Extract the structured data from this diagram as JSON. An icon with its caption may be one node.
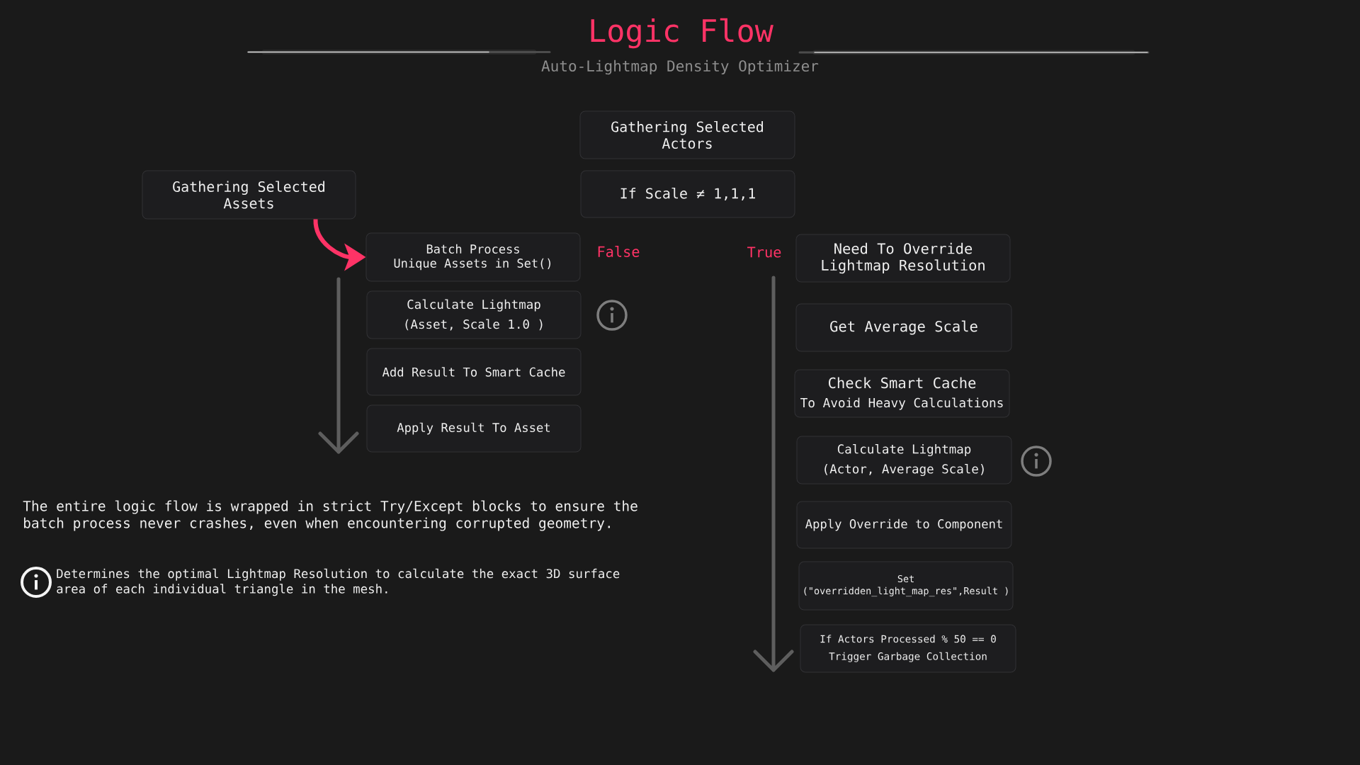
{
  "diagram": {
    "title": "Logic Flow",
    "nodes": [
      {
        "text": [
          "Gathering Selected Actors"
        ]
      },
      {
        "text": [
          "If Scale ≠ 1,1,1"
        ]
      },
      {
        "text": [
          "Gathering Selected Assets"
        ]
      },
      {
        "text": [
          "Batch Process",
          "Unique Assets in Set()"
        ]
      },
      {
        "text": [
          "Calculate Lightmap (Asset, Scale 1.0 )"
        ]
      },
      {
        "text": [
          "Add Result To Smart Cache"
        ]
      },
      {
        "text": [
          "Apply Result To Asset"
        ]
      },
      {
        "text": [
          "Need To Override Lightmap Resolution"
        ]
      },
      {
        "text": [
          "Get Average Scale"
        ]
      },
      {
        "text": [
          "Check Smart Cache",
          "To Avoid Heavy Calculations"
        ]
      },
      {
        "text": [
          "Calculate Lightmap (Actor, Average Scale)"
        ]
      },
      {
        "text": [
          "Apply Override to Component"
        ]
      },
      {
        "text": [
          "Set (\"overridden_light_map_res\",Result )"
        ]
      },
      {
        "text": [
          "If Actors Processed % 50 == 0 Trigger Garbage Collection"
        ]
      }
    ],
    "edges": [
      {
        "from": 2,
        "to": 3,
        "arrow": "to",
        "color": "#ff3366"
      }
    ],
    "labels": [
      "Auto-Lightmap Density Optimizer",
      "False",
      "True",
      "The entire logic flow is wrapped in strict Try/Except blocks to ensure the batch process never crashes, even when encountering corrupted geometry.",
      "Determines the optimal Lightmap Resolution to calculate the exact 3D surface area of each individual triangle in the mesh."
    ]
  }
}
